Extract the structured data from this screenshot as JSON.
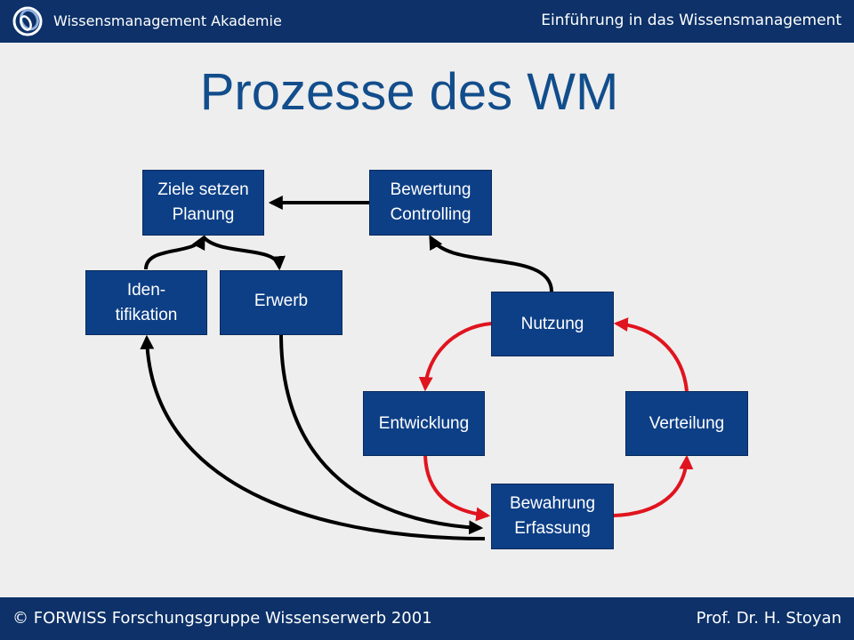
{
  "header": {
    "brand": "Wissensmanagement Akademie",
    "course": "Einführung in das Wissensmanagement"
  },
  "slide": {
    "title": "Prozesse des WM"
  },
  "nodes": {
    "ziele": "Ziele setzen\nPlanung",
    "bewertung": "Bewertung\nControlling",
    "identifikation": "Iden-\ntifikation",
    "erwerb": "Erwerb",
    "nutzung": "Nutzung",
    "entwicklung": "Entwicklung",
    "verteilung": "Verteilung",
    "bewahrung": "Bewahrung\nErfassung"
  },
  "colors": {
    "bar": "#0d3168",
    "node": "#0d3f86",
    "title": "#124d8c",
    "cycle_arrow": "#e0141e",
    "flow_arrow": "#000000"
  },
  "footer": {
    "copyright": "© FORWISS Forschungsgruppe Wissenserwerb 2001",
    "author": "Prof. Dr. H. Stoyan"
  }
}
